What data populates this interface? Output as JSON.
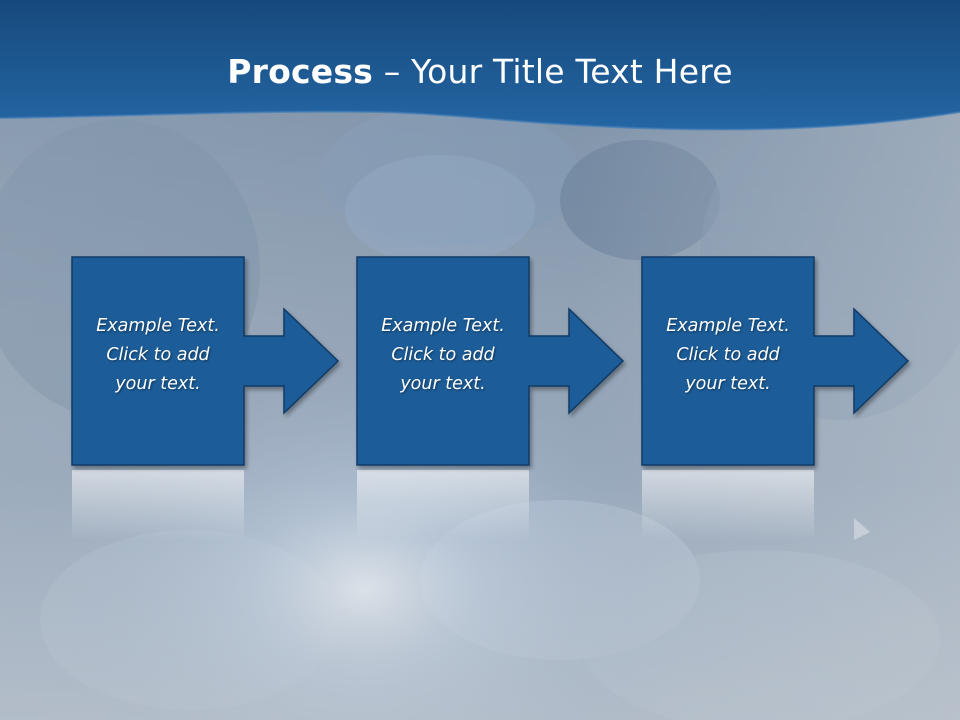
{
  "slide": {
    "title_bold": "Process",
    "title_rest": " – Your Title Text Here",
    "colors": {
      "header_blue": "#1b5a94",
      "box_fill": "#1f5d99",
      "box_stroke": "#103a66",
      "background": "#c4cad0"
    },
    "background_image": "surgeons-operating-photo",
    "steps": [
      {
        "lines": [
          "Example Text.",
          "Click  to add",
          "your text."
        ]
      },
      {
        "lines": [
          "Example Text.",
          "Click  to add",
          "your text."
        ]
      },
      {
        "lines": [
          "Example Text.",
          "Click  to add",
          "your text."
        ]
      }
    ]
  }
}
